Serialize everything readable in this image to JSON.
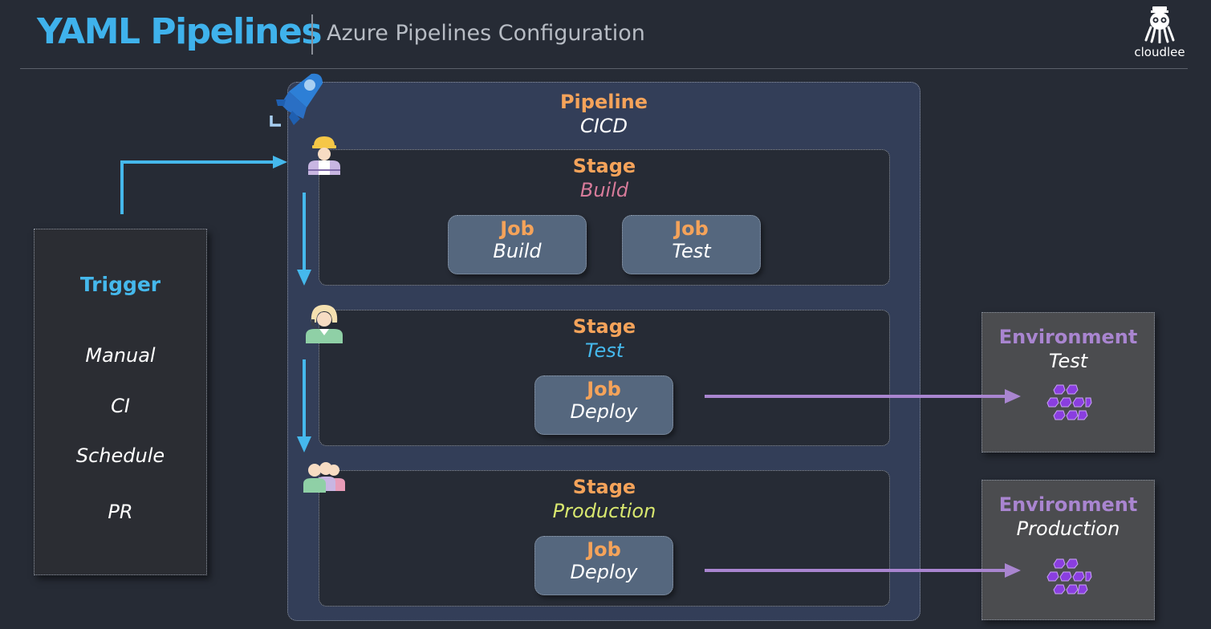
{
  "header": {
    "title": "YAML Pipelines",
    "subtitle": "Azure Pipelines Configuration",
    "logo_text": "cloudlee"
  },
  "trigger": {
    "heading": "Trigger",
    "items": [
      "Manual",
      "CI",
      "Schedule",
      "PR"
    ]
  },
  "pipeline": {
    "label": "Pipeline",
    "name": "CICD",
    "stages": [
      {
        "label": "Stage",
        "name": "Build",
        "name_color": "#d77b9a",
        "icon": "builder-person-icon",
        "jobs": [
          {
            "label": "Job",
            "name": "Build"
          },
          {
            "label": "Job",
            "name": "Test"
          }
        ]
      },
      {
        "label": "Stage",
        "name": "Test",
        "name_color": "#45b8ec",
        "icon": "support-person-icon",
        "jobs": [
          {
            "label": "Job",
            "name": "Deploy"
          }
        ]
      },
      {
        "label": "Stage",
        "name": "Production",
        "name_color": "#d9e86f",
        "icon": "team-icon",
        "jobs": [
          {
            "label": "Job",
            "name": "Deploy"
          }
        ]
      }
    ]
  },
  "environments": [
    {
      "label": "Environment",
      "name": "Test",
      "icon": "kubernetes-cluster-icon"
    },
    {
      "label": "Environment",
      "name": "Production",
      "icon": "kubernetes-cluster-icon"
    }
  ],
  "colors": {
    "background": "#262b35",
    "accent_blue": "#3fb2ec",
    "accent_orange": "#f5a35a",
    "accent_purple": "#a985d0",
    "pipeline_fill": "#333e58",
    "job_fill": "#55677e"
  }
}
